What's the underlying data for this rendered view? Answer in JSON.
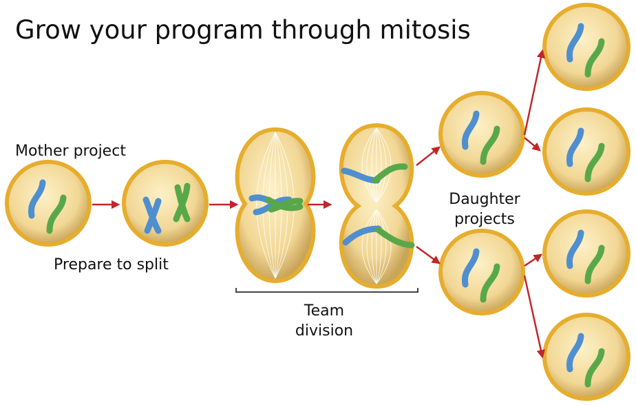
{
  "title": "Grow your program through mitosis",
  "labels": {
    "mother": "Mother project",
    "prepare": "Prepare to split",
    "team_line1": "Team",
    "team_line2": "division",
    "daughter_line1": "Daughter",
    "daughter_line2": "projects"
  },
  "colors": {
    "membrane": "#e6ad2e",
    "cytoplasm_light": "#fbeab8",
    "cytoplasm_dark": "#d9b86a",
    "chromosome_blue": "#4f8fcf",
    "chromosome_green": "#58a84a",
    "arrow": "#c0262a",
    "bracket": "#444444"
  }
}
